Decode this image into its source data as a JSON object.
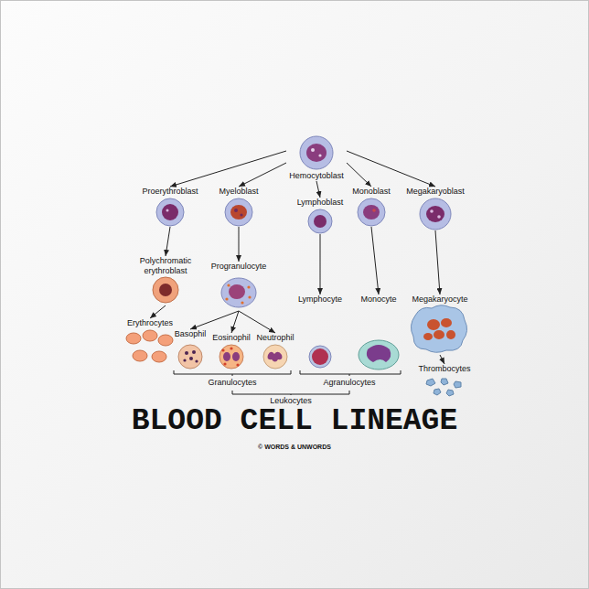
{
  "diagram": {
    "title": "BLOOD CELL LINEAGE",
    "nodes": [
      {
        "text": [
          "Hemocytoblast"
        ]
      },
      {
        "text": [
          "Proerythroblast"
        ]
      },
      {
        "text": [
          "Myeloblast"
        ]
      },
      {
        "text": [
          "Lymphoblast"
        ]
      },
      {
        "text": [
          "Monoblast"
        ]
      },
      {
        "text": [
          "Megakaryoblast"
        ]
      },
      {
        "text": [
          "Polychromatic erythroblast"
        ]
      },
      {
        "text": [
          "Progranulocyte"
        ]
      },
      {
        "text": [
          "Lymphocyte"
        ]
      },
      {
        "text": [
          "Monocyte"
        ]
      },
      {
        "text": [
          "Megakaryocyte"
        ]
      },
      {
        "text": [
          "Erythrocytes"
        ]
      },
      {
        "text": [
          "Basophil"
        ]
      },
      {
        "text": [
          "Eosinophil"
        ]
      },
      {
        "text": [
          "Neutrophil"
        ]
      },
      {
        "text": [
          "Thrombocytes"
        ]
      }
    ],
    "edges": [
      {
        "from": 0,
        "to": 1,
        "arrow": "to"
      },
      {
        "from": 0,
        "to": 2,
        "arrow": "to"
      },
      {
        "from": 0,
        "to": 3,
        "arrow": "to"
      },
      {
        "from": 0,
        "to": 4,
        "arrow": "to"
      },
      {
        "from": 0,
        "to": 5,
        "arrow": "to"
      },
      {
        "from": 1,
        "to": 6,
        "arrow": "to"
      },
      {
        "from": 6,
        "to": 11,
        "arrow": "to"
      },
      {
        "from": 2,
        "to": 7,
        "arrow": "to"
      },
      {
        "from": 7,
        "to": 12,
        "arrow": "to"
      },
      {
        "from": 7,
        "to": 13,
        "arrow": "to"
      },
      {
        "from": 7,
        "to": 14,
        "arrow": "to"
      },
      {
        "from": 3,
        "to": 8,
        "arrow": "to"
      },
      {
        "from": 4,
        "to": 9,
        "arrow": "to"
      },
      {
        "from": 5,
        "to": 10,
        "arrow": "to"
      },
      {
        "from": 10,
        "to": 15,
        "arrow": "to"
      }
    ],
    "labels": [
      "Granulocytes",
      "Agranulocytes",
      "Leukocytes",
      "© WORDS & UNWORDS"
    ]
  }
}
